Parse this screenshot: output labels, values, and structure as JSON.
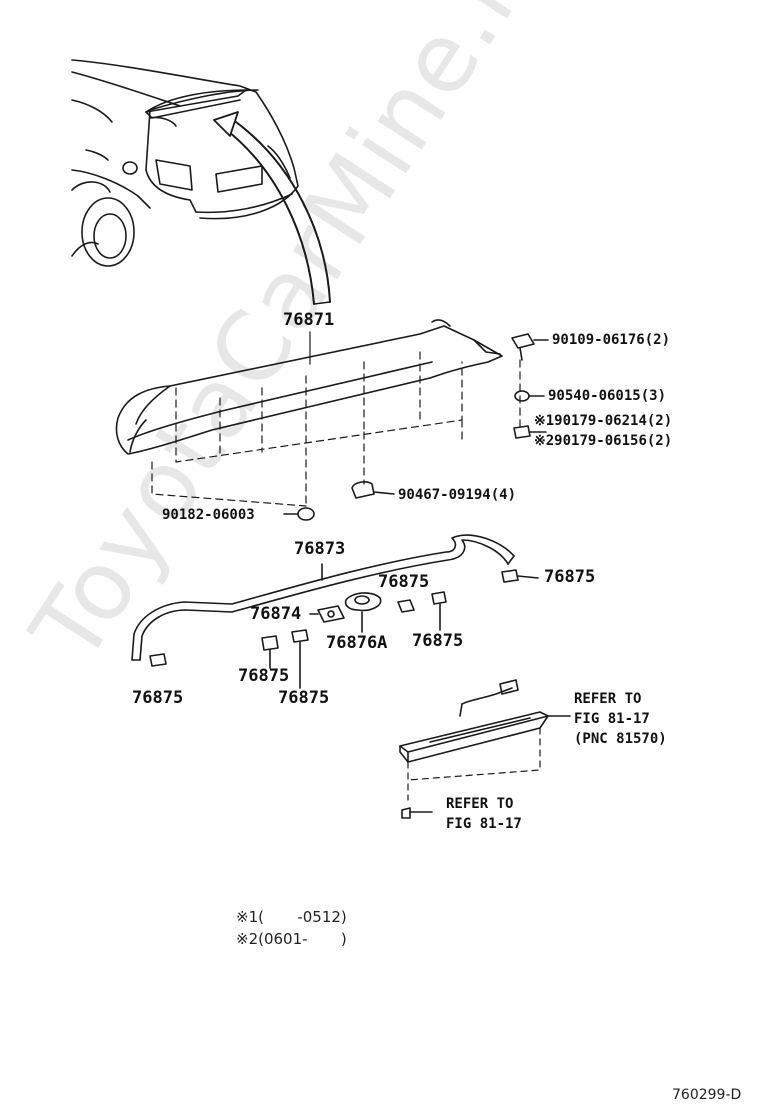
{
  "watermark": "ToyotaCarMine.ru",
  "labels": {
    "p76871": "76871",
    "p90109": "90109-06176(2)",
    "p90540": "90540-06015(3)",
    "p190179": "※190179-06214(2)",
    "p290179": "※290179-06156(2)",
    "p90467": "90467-09194(4)",
    "p90182": "90182-06003",
    "p76873": "76873",
    "p76875_right": "76875",
    "p76875_top": "76875",
    "p76874": "76874",
    "p76876A": "76876A",
    "p76875_mid": "76875",
    "p76875_lowA": "76875",
    "p76875_lowB": "76875",
    "p76875_left": "76875",
    "refer1_line1": "REFER TO",
    "refer1_line2": "FIG 81-17",
    "refer1_line3": "(PNC 81570)",
    "refer2_line1": "REFER TO",
    "refer2_line2": "FIG 81-17"
  },
  "notes": {
    "note1": "※1(       -0512)",
    "note2": "※2(0601-       )"
  },
  "diagram_code": "760299-D",
  "colors": {
    "line": "#1a1a1a",
    "watermark": "#e7e7e7"
  }
}
